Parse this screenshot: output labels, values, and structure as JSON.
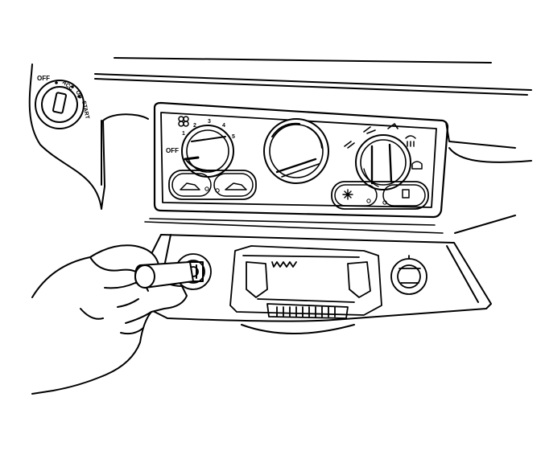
{
  "ignition": {
    "off": "OFF",
    "acc": "ACC",
    "on": "ON",
    "start": "START"
  },
  "fan": {
    "off": "OFF",
    "speeds": [
      "1",
      "2",
      "3",
      "4",
      "5"
    ]
  },
  "colors": {
    "line": "#000000",
    "background": "#ffffff"
  }
}
